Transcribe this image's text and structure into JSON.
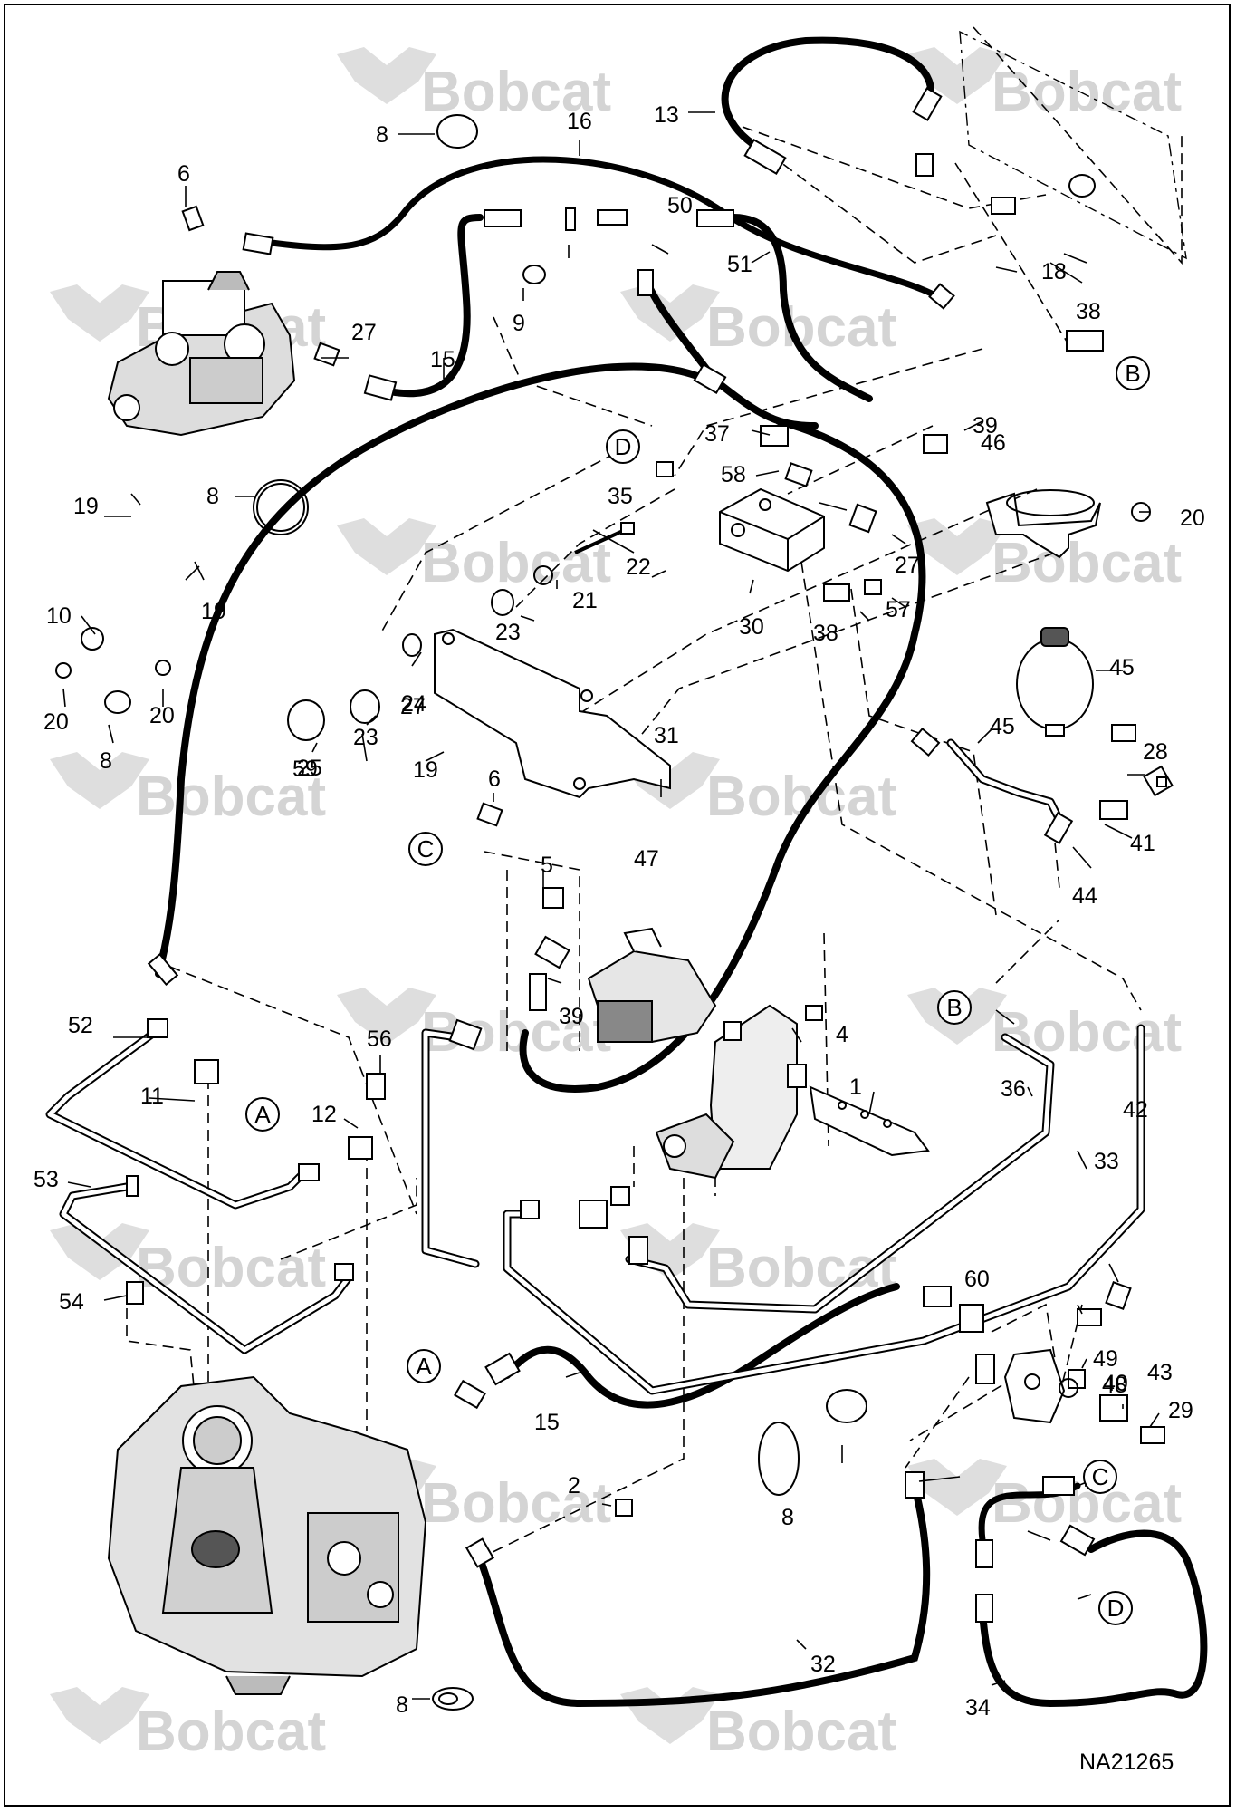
{
  "drawing_number": "NA21265",
  "watermark_text": "Bobcat",
  "colors": {
    "ink": "#000000",
    "watermark": "#d4d4d4",
    "background": "#ffffff"
  },
  "callouts": [
    {
      "id": "c1",
      "text": "1"
    },
    {
      "id": "c2",
      "text": "2"
    },
    {
      "id": "c4",
      "text": "4"
    },
    {
      "id": "c5",
      "text": "5"
    },
    {
      "id": "c6a",
      "text": "6"
    },
    {
      "id": "c6b",
      "text": "6"
    },
    {
      "id": "c8a",
      "text": "8"
    },
    {
      "id": "c8b",
      "text": "8"
    },
    {
      "id": "c8c",
      "text": "8"
    },
    {
      "id": "c8d",
      "text": "8"
    },
    {
      "id": "c8e",
      "text": "8"
    },
    {
      "id": "c9",
      "text": "9"
    },
    {
      "id": "c10",
      "text": "10"
    },
    {
      "id": "c11",
      "text": "11"
    },
    {
      "id": "c12",
      "text": "12"
    },
    {
      "id": "c13",
      "text": "13"
    },
    {
      "id": "c15a",
      "text": "15"
    },
    {
      "id": "c15b",
      "text": "15"
    },
    {
      "id": "c16",
      "text": "16"
    },
    {
      "id": "c18",
      "text": "18"
    },
    {
      "id": "c19a",
      "text": "19"
    },
    {
      "id": "c19b",
      "text": "19"
    },
    {
      "id": "c19c",
      "text": "19"
    },
    {
      "id": "c20a",
      "text": "20"
    },
    {
      "id": "c20b",
      "text": "20"
    },
    {
      "id": "c20c",
      "text": "20"
    },
    {
      "id": "c21",
      "text": "21"
    },
    {
      "id": "c22",
      "text": "22"
    },
    {
      "id": "c23a",
      "text": "23"
    },
    {
      "id": "c23b",
      "text": "23"
    },
    {
      "id": "c24",
      "text": "24"
    },
    {
      "id": "c25",
      "text": "25"
    },
    {
      "id": "c27a",
      "text": "27"
    },
    {
      "id": "c27b",
      "text": "27"
    },
    {
      "id": "c27c",
      "text": "27"
    },
    {
      "id": "c28",
      "text": "28"
    },
    {
      "id": "c29",
      "text": "29"
    },
    {
      "id": "c30",
      "text": "30"
    },
    {
      "id": "c31",
      "text": "31"
    },
    {
      "id": "c32",
      "text": "32"
    },
    {
      "id": "c33",
      "text": "33"
    },
    {
      "id": "c34",
      "text": "34"
    },
    {
      "id": "c35",
      "text": "35"
    },
    {
      "id": "c36",
      "text": "36"
    },
    {
      "id": "c37",
      "text": "37"
    },
    {
      "id": "c38a",
      "text": "38"
    },
    {
      "id": "c38b",
      "text": "38"
    },
    {
      "id": "c39a",
      "text": "39"
    },
    {
      "id": "c39b",
      "text": "39"
    },
    {
      "id": "c40",
      "text": "40"
    },
    {
      "id": "c41",
      "text": "41"
    },
    {
      "id": "c42",
      "text": "42"
    },
    {
      "id": "c43",
      "text": "43"
    },
    {
      "id": "c44",
      "text": "44"
    },
    {
      "id": "c45a",
      "text": "45"
    },
    {
      "id": "c45b",
      "text": "45"
    },
    {
      "id": "c46",
      "text": "46"
    },
    {
      "id": "c47",
      "text": "47"
    },
    {
      "id": "c48",
      "text": "48"
    },
    {
      "id": "c49",
      "text": "49"
    },
    {
      "id": "c50",
      "text": "50"
    },
    {
      "id": "c51",
      "text": "51"
    },
    {
      "id": "c52",
      "text": "52"
    },
    {
      "id": "c53",
      "text": "53"
    },
    {
      "id": "c54",
      "text": "54"
    },
    {
      "id": "c56",
      "text": "56"
    },
    {
      "id": "c57",
      "text": "57"
    },
    {
      "id": "c58",
      "text": "58"
    },
    {
      "id": "c59",
      "text": "59"
    },
    {
      "id": "c60",
      "text": "60"
    }
  ],
  "connection_tags": [
    {
      "id": "tA1",
      "text": "A"
    },
    {
      "id": "tA2",
      "text": "A"
    },
    {
      "id": "tB1",
      "text": "B"
    },
    {
      "id": "tB2",
      "text": "B"
    },
    {
      "id": "tC1",
      "text": "C"
    },
    {
      "id": "tC2",
      "text": "C"
    },
    {
      "id": "tD1",
      "text": "D"
    },
    {
      "id": "tD2",
      "text": "D"
    }
  ]
}
